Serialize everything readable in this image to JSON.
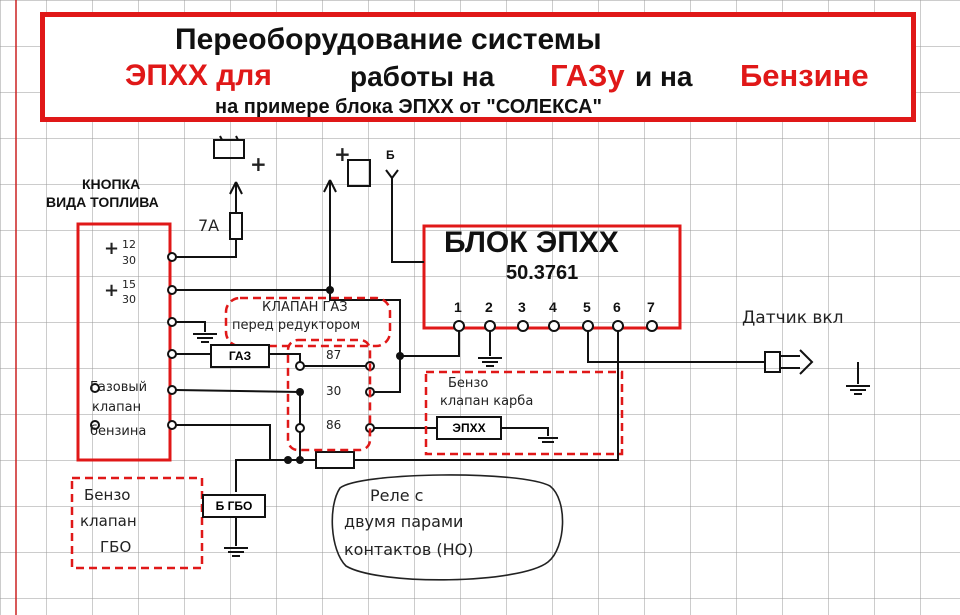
{
  "title": {
    "line1": "Переоборудование системы",
    "line2_part1": "ЭПХХ для",
    "line2_part2": "работы на",
    "line2_part3": "ГАЗу",
    "line2_part4": "и на",
    "line2_part5": "Бензине",
    "line3": "на примере блока ЭПХХ от \"СОЛЕКСА\""
  },
  "button": {
    "label_line1": "КНОПКА",
    "label_line2": "ВИДА ТОПЛИВА",
    "pin1_top": "12",
    "pin1_bottom": "30",
    "pin2_top": "15",
    "pin2_bottom": "30",
    "plus": "+"
  },
  "block": {
    "title": "БЛОК ЭПХХ",
    "model": "50.3761",
    "pins": [
      "1",
      "2",
      "3",
      "4",
      "5",
      "6",
      "7"
    ]
  },
  "labels": {
    "fuse": "7А",
    "battery_plus": "+",
    "ignition_plus": "+",
    "b_terminal": "Б",
    "gas_valve_note_line1": "КЛАПАН ГАЗ",
    "gas_valve_note_line2": "перед редуктором",
    "gas_box": "ГАЗ",
    "gas_valve_petrol_line1": "Газовый",
    "gas_valve_petrol_line2": "клапан",
    "gas_valve_petrol_line3": "бензина",
    "relay_87": "87",
    "relay_30": "30",
    "relay_86": "86",
    "petrol_carb_line1": "Бензо",
    "petrol_carb_line2": "клапан карба",
    "epxx_box": "ЭПХХ",
    "sensor": "Датчик вкл",
    "petrol_gbo_line1": "Бензо",
    "petrol_gbo_line2": "клапан",
    "petrol_gbo_line3": "ГБО",
    "b_gbo_box": "Б ГБО",
    "relay_note_line1": "Реле с",
    "relay_note_line2": "двумя парами",
    "relay_note_line3": "контактов (НО)"
  },
  "colors": {
    "accent_red": "#e01818",
    "wire": "#111111",
    "grid": "#9a9a9a"
  }
}
